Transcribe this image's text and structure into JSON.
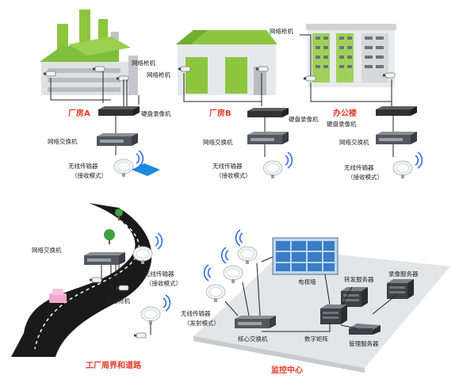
{
  "colors": {
    "accent_red": "#e53a2b",
    "factory_green": "#86c440",
    "wifi_blue": "#2e6cd6",
    "road": "#1a1a1a",
    "platform": "#e3e5e8"
  },
  "sites": {
    "factory_a": "厂房A",
    "factory_b": "厂房B",
    "office": "办公楼"
  },
  "labels": {
    "camera_a": "网络枪机",
    "camera_a2": "网络枪机",
    "camera_office": "网络枪机",
    "nvr_a": "硬盘录像机",
    "nvr_b": "硬盘录像机",
    "nvr_office": "硬盘录像机",
    "switch_a": "网络交换机",
    "switch_b": "网络交换机",
    "switch_office": "网络交换机",
    "wireless_a_1": "无线传输器",
    "wireless_a_2": "（接收模式）",
    "wireless_b_1": "无线传输器",
    "wireless_b_2": "（接收模式）",
    "wireless_o_1": "无线传输器",
    "wireless_o_2": "（接收模式）",
    "road_switch": "网络交换机",
    "road_wireless_1": "无线传输器",
    "road_wireless_2": "（接收模式）",
    "road_camera": "网络枪机",
    "road_title": "工厂周界和道路",
    "tv_wall": "电视墙",
    "forward_server": "转发服务器",
    "record_server": "录像服务器",
    "tx_1": "无线传输器",
    "tx_2": "（发射模式）",
    "core_switch": "核心交换机",
    "digital_matrix": "数字矩阵",
    "mgmt_server": "管理服务器",
    "monitor_title": "监控中心"
  }
}
